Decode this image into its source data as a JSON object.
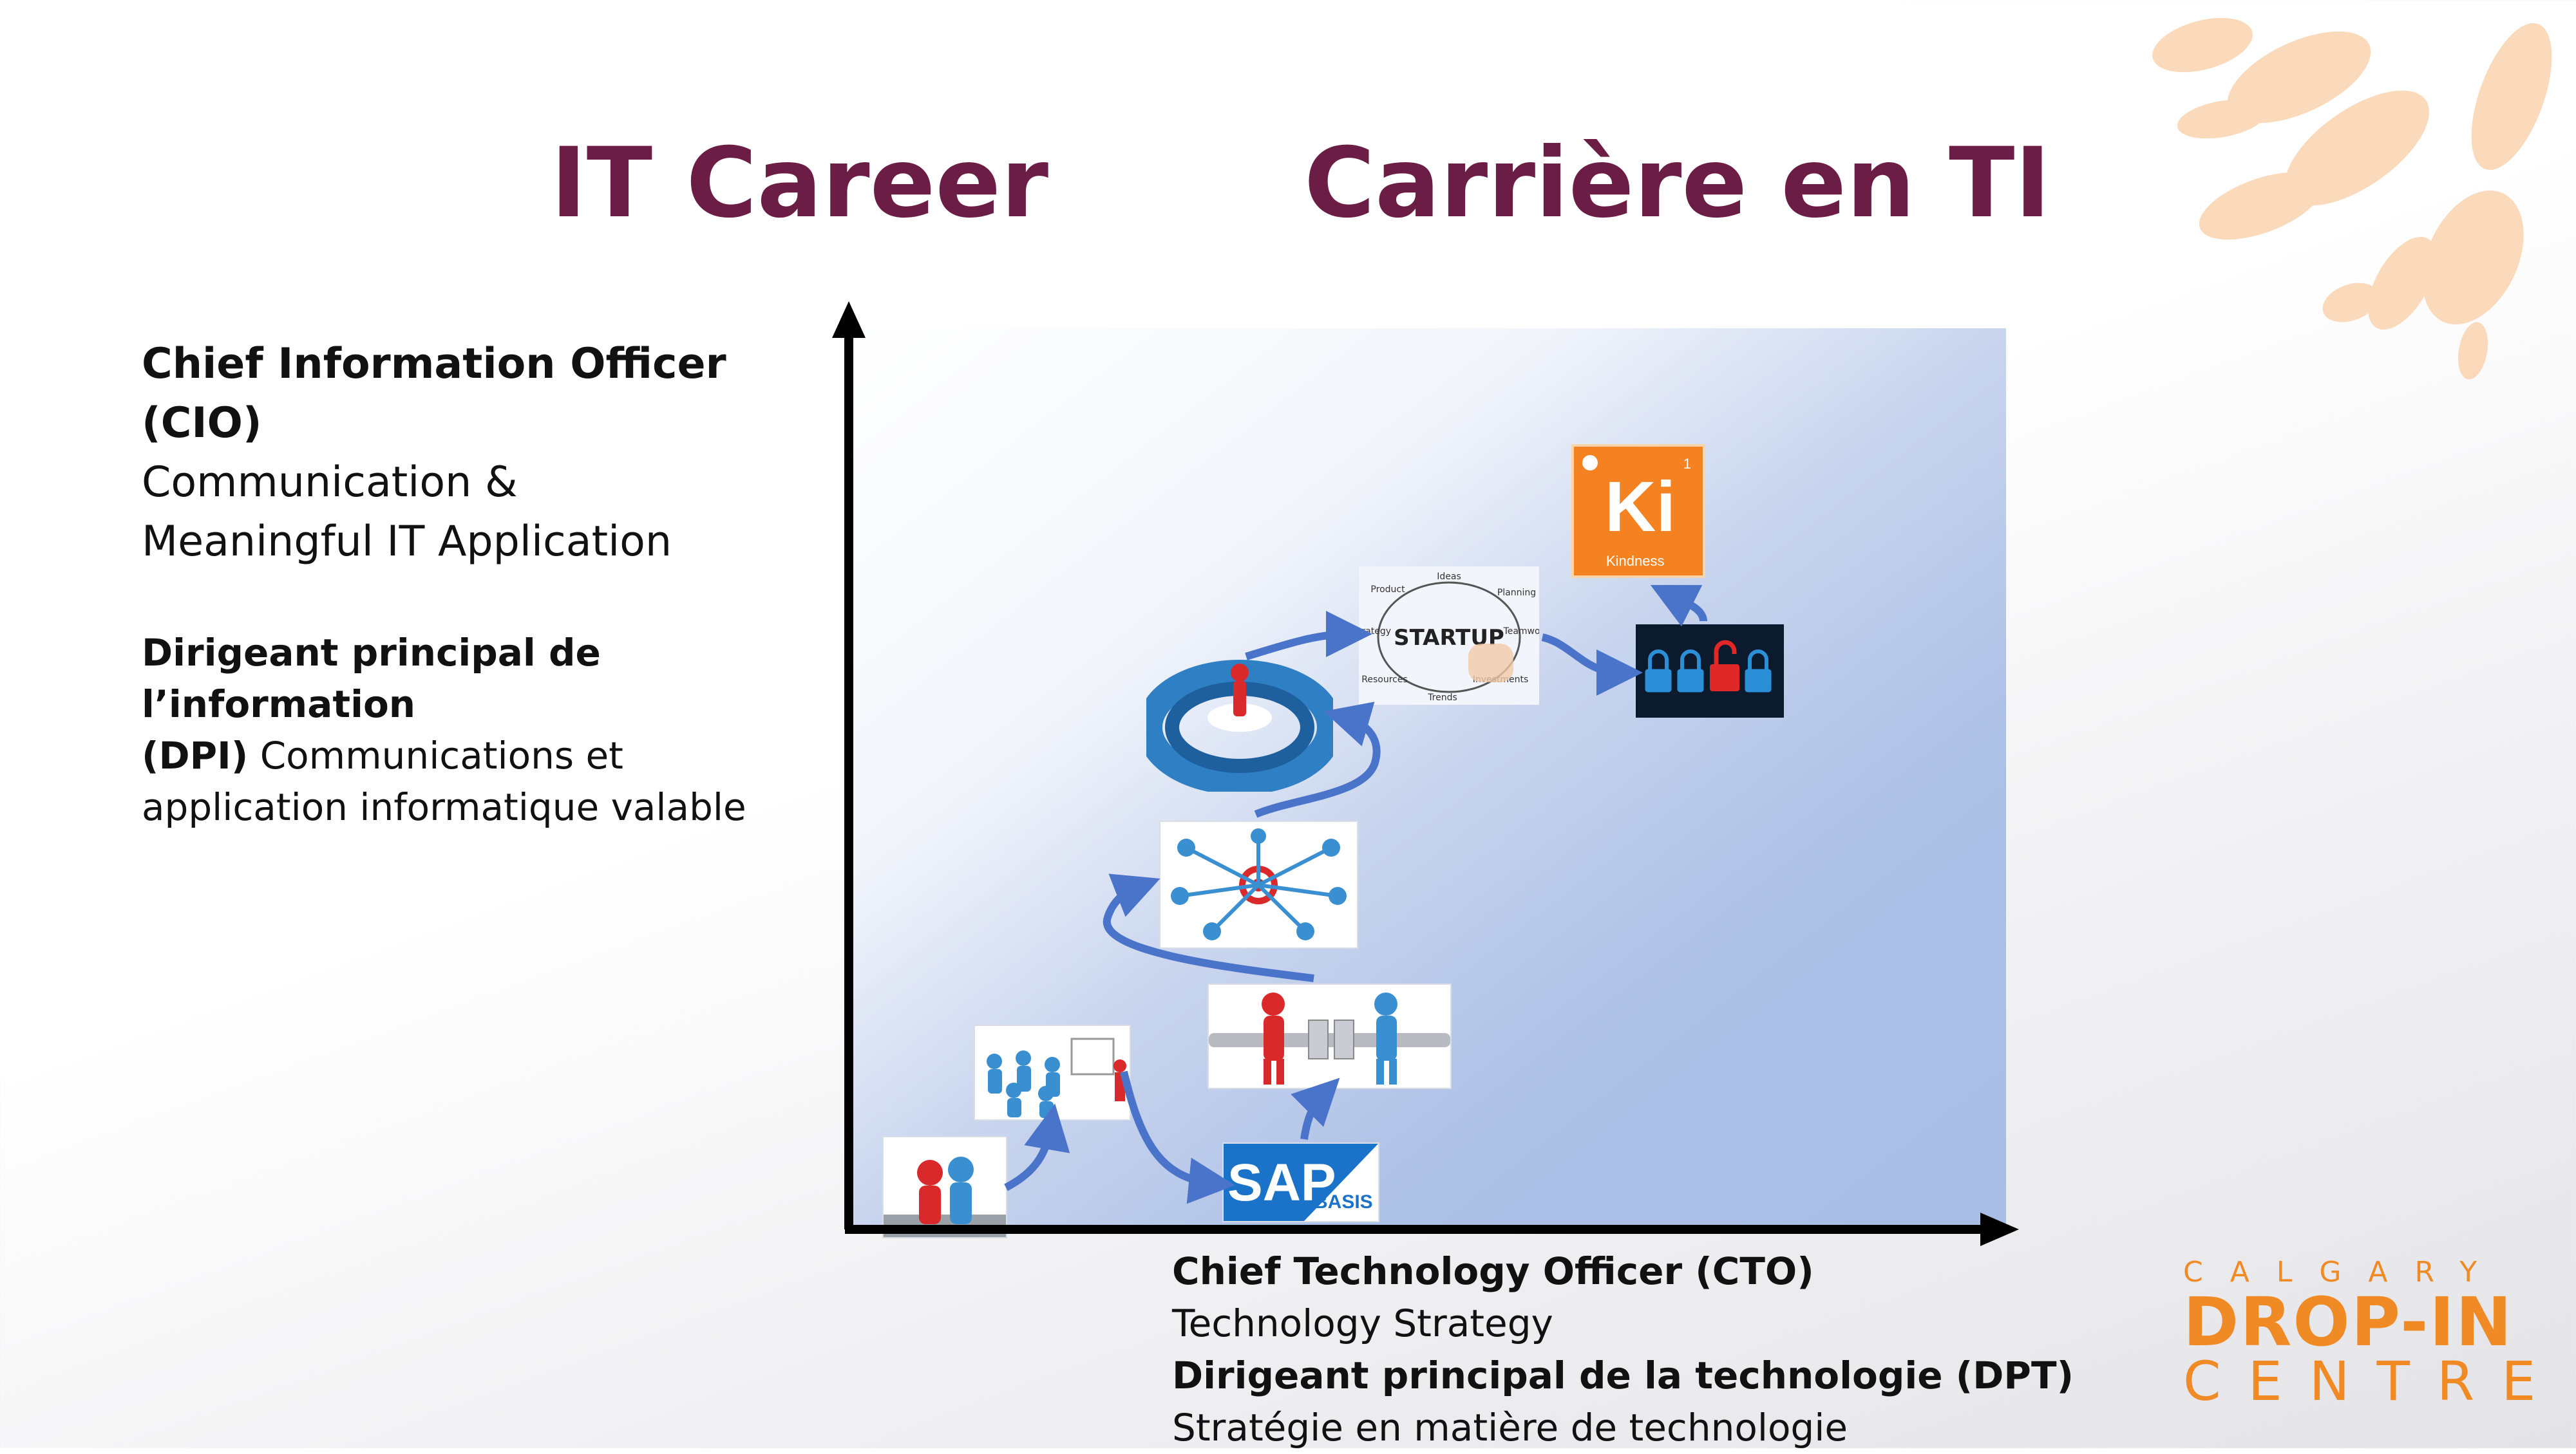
{
  "titles": {
    "english": "IT Career",
    "french": "Carrière en TI"
  },
  "cio": {
    "title_en": "Chief Information Officer (CIO)",
    "desc_en_line1": "Communication &",
    "desc_en_line2": "Meaningful IT Application",
    "title_fr_line1": "Dirigeant principal de l’information",
    "title_fr_line2": "(DPI)",
    "desc_fr_line1": "Communications et",
    "desc_fr_line2": "application informatique valable"
  },
  "cto": {
    "title_en": "Chief Technology Officer (CTO)",
    "desc_en": "Technology Strategy",
    "title_fr": "Dirigeant principal de la technologie (DPT)",
    "desc_fr": "Stratégie en matière de technologie"
  },
  "images": {
    "sap_main": "SAP",
    "sap_sub": "BASIS",
    "startup_word": "STARTUP",
    "startup_terms": [
      "Ideas",
      "Product",
      "Planning",
      "Strategy",
      "Teamwork",
      "Resources",
      "Investments",
      "Trends"
    ],
    "ki_symbol": "Ki",
    "ki_name": "Kindness",
    "ki_number": "1"
  },
  "logo": {
    "line1": "CALGARY",
    "line2": "DROP-IN",
    "line3": "CENTRE"
  },
  "colors": {
    "title": "#6b1d45",
    "accent_orange": "#f08a24",
    "arrow_blue": "#4a74c9",
    "axis": "#000000"
  }
}
